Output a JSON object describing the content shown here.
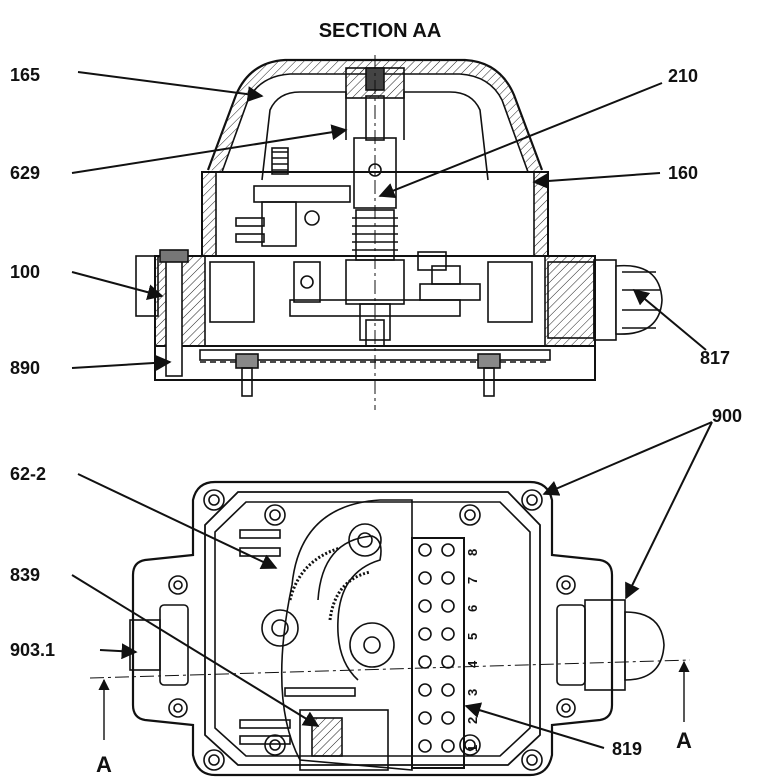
{
  "title": "SECTION AA",
  "callouts": [
    {
      "id": "165",
      "label": "165"
    },
    {
      "id": "210",
      "label": "210"
    },
    {
      "id": "629",
      "label": "629"
    },
    {
      "id": "160",
      "label": "160"
    },
    {
      "id": "100",
      "label": "100"
    },
    {
      "id": "817",
      "label": "817"
    },
    {
      "id": "890",
      "label": "890"
    },
    {
      "id": "900",
      "label": "900"
    },
    {
      "id": "62-2",
      "label": "62-2"
    },
    {
      "id": "839",
      "label": "839"
    },
    {
      "id": "903.1",
      "label": "903.1"
    },
    {
      "id": "819",
      "label": "819"
    }
  ],
  "section_marks": {
    "left": "A",
    "right": "A"
  },
  "terminal_numbers": [
    "8",
    "7",
    "6",
    "5",
    "4",
    "3",
    "2",
    "1"
  ]
}
